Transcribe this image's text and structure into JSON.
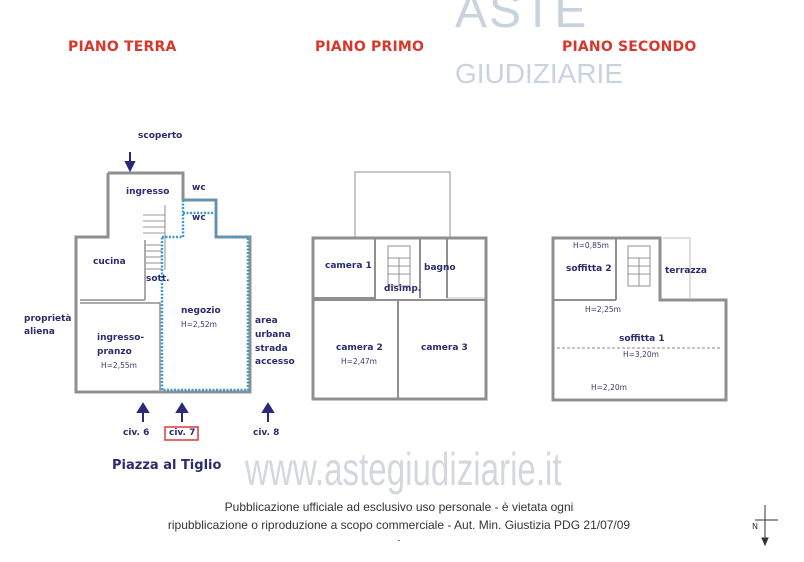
{
  "watermark": {
    "brand_top": "ASTE",
    "brand_bottom": "GIUDIZIARIE",
    "url": "www.astegiudiziarie.it"
  },
  "floors": {
    "ground": {
      "title": "PIANO TERRA",
      "rooms": {
        "ingresso": "ingresso",
        "wc1": "wc",
        "wc2": "wc",
        "cucina": "cucina",
        "sott": "sott.",
        "negozio": "negozio",
        "negozio_h": "H=2,52m",
        "ingresso_pranzo_1": "ingresso-",
        "ingresso_pranzo_2": "pranzo",
        "ingresso_pranzo_h": "H=2,55m"
      },
      "surroundings": {
        "scoperto": "scoperto",
        "proprieta_1": "proprietà",
        "proprieta_2": "aliena",
        "area_1": "area",
        "area_2": "urbana",
        "area_3": "strada",
        "area_4": "accesso",
        "piazza": "Piazza al Tiglio"
      },
      "entrances": [
        "civ. 6",
        "civ. 7",
        "civ. 8"
      ],
      "highlight_color": "#d93a3a",
      "unit_outline_color": "#3b9bd1"
    },
    "first": {
      "title": "PIANO PRIMO",
      "rooms": {
        "camera1": "camera 1",
        "bagno": "bagno",
        "disimp": "disimp.",
        "camera2": "camera 2",
        "camera2_h": "H=2,47m",
        "camera3": "camera 3"
      }
    },
    "second": {
      "title": "PIANO SECONDO",
      "rooms": {
        "h085": "H=0,85m",
        "soffitta2": "soffitta 2",
        "terrazza": "terrazza",
        "h225": "H=2,25m",
        "soffitta1": "soffitta 1",
        "h320": "H=3,20m",
        "h220": "H=2,20m"
      }
    }
  },
  "footer": {
    "line1": "Pubblicazione ufficiale ad esclusivo uso personale - è vietata ogni",
    "line2": "ripubblicazione o riproduzione a scopo commerciale - Aut. Min. Giustizia PDG 21/07/09",
    "dash": "-"
  },
  "compass": {
    "label": "N"
  },
  "colors": {
    "title": "#d9362c",
    "label": "#2b2b6e",
    "wall": "#9a9a9a",
    "arrow": "#2a2a7a"
  }
}
